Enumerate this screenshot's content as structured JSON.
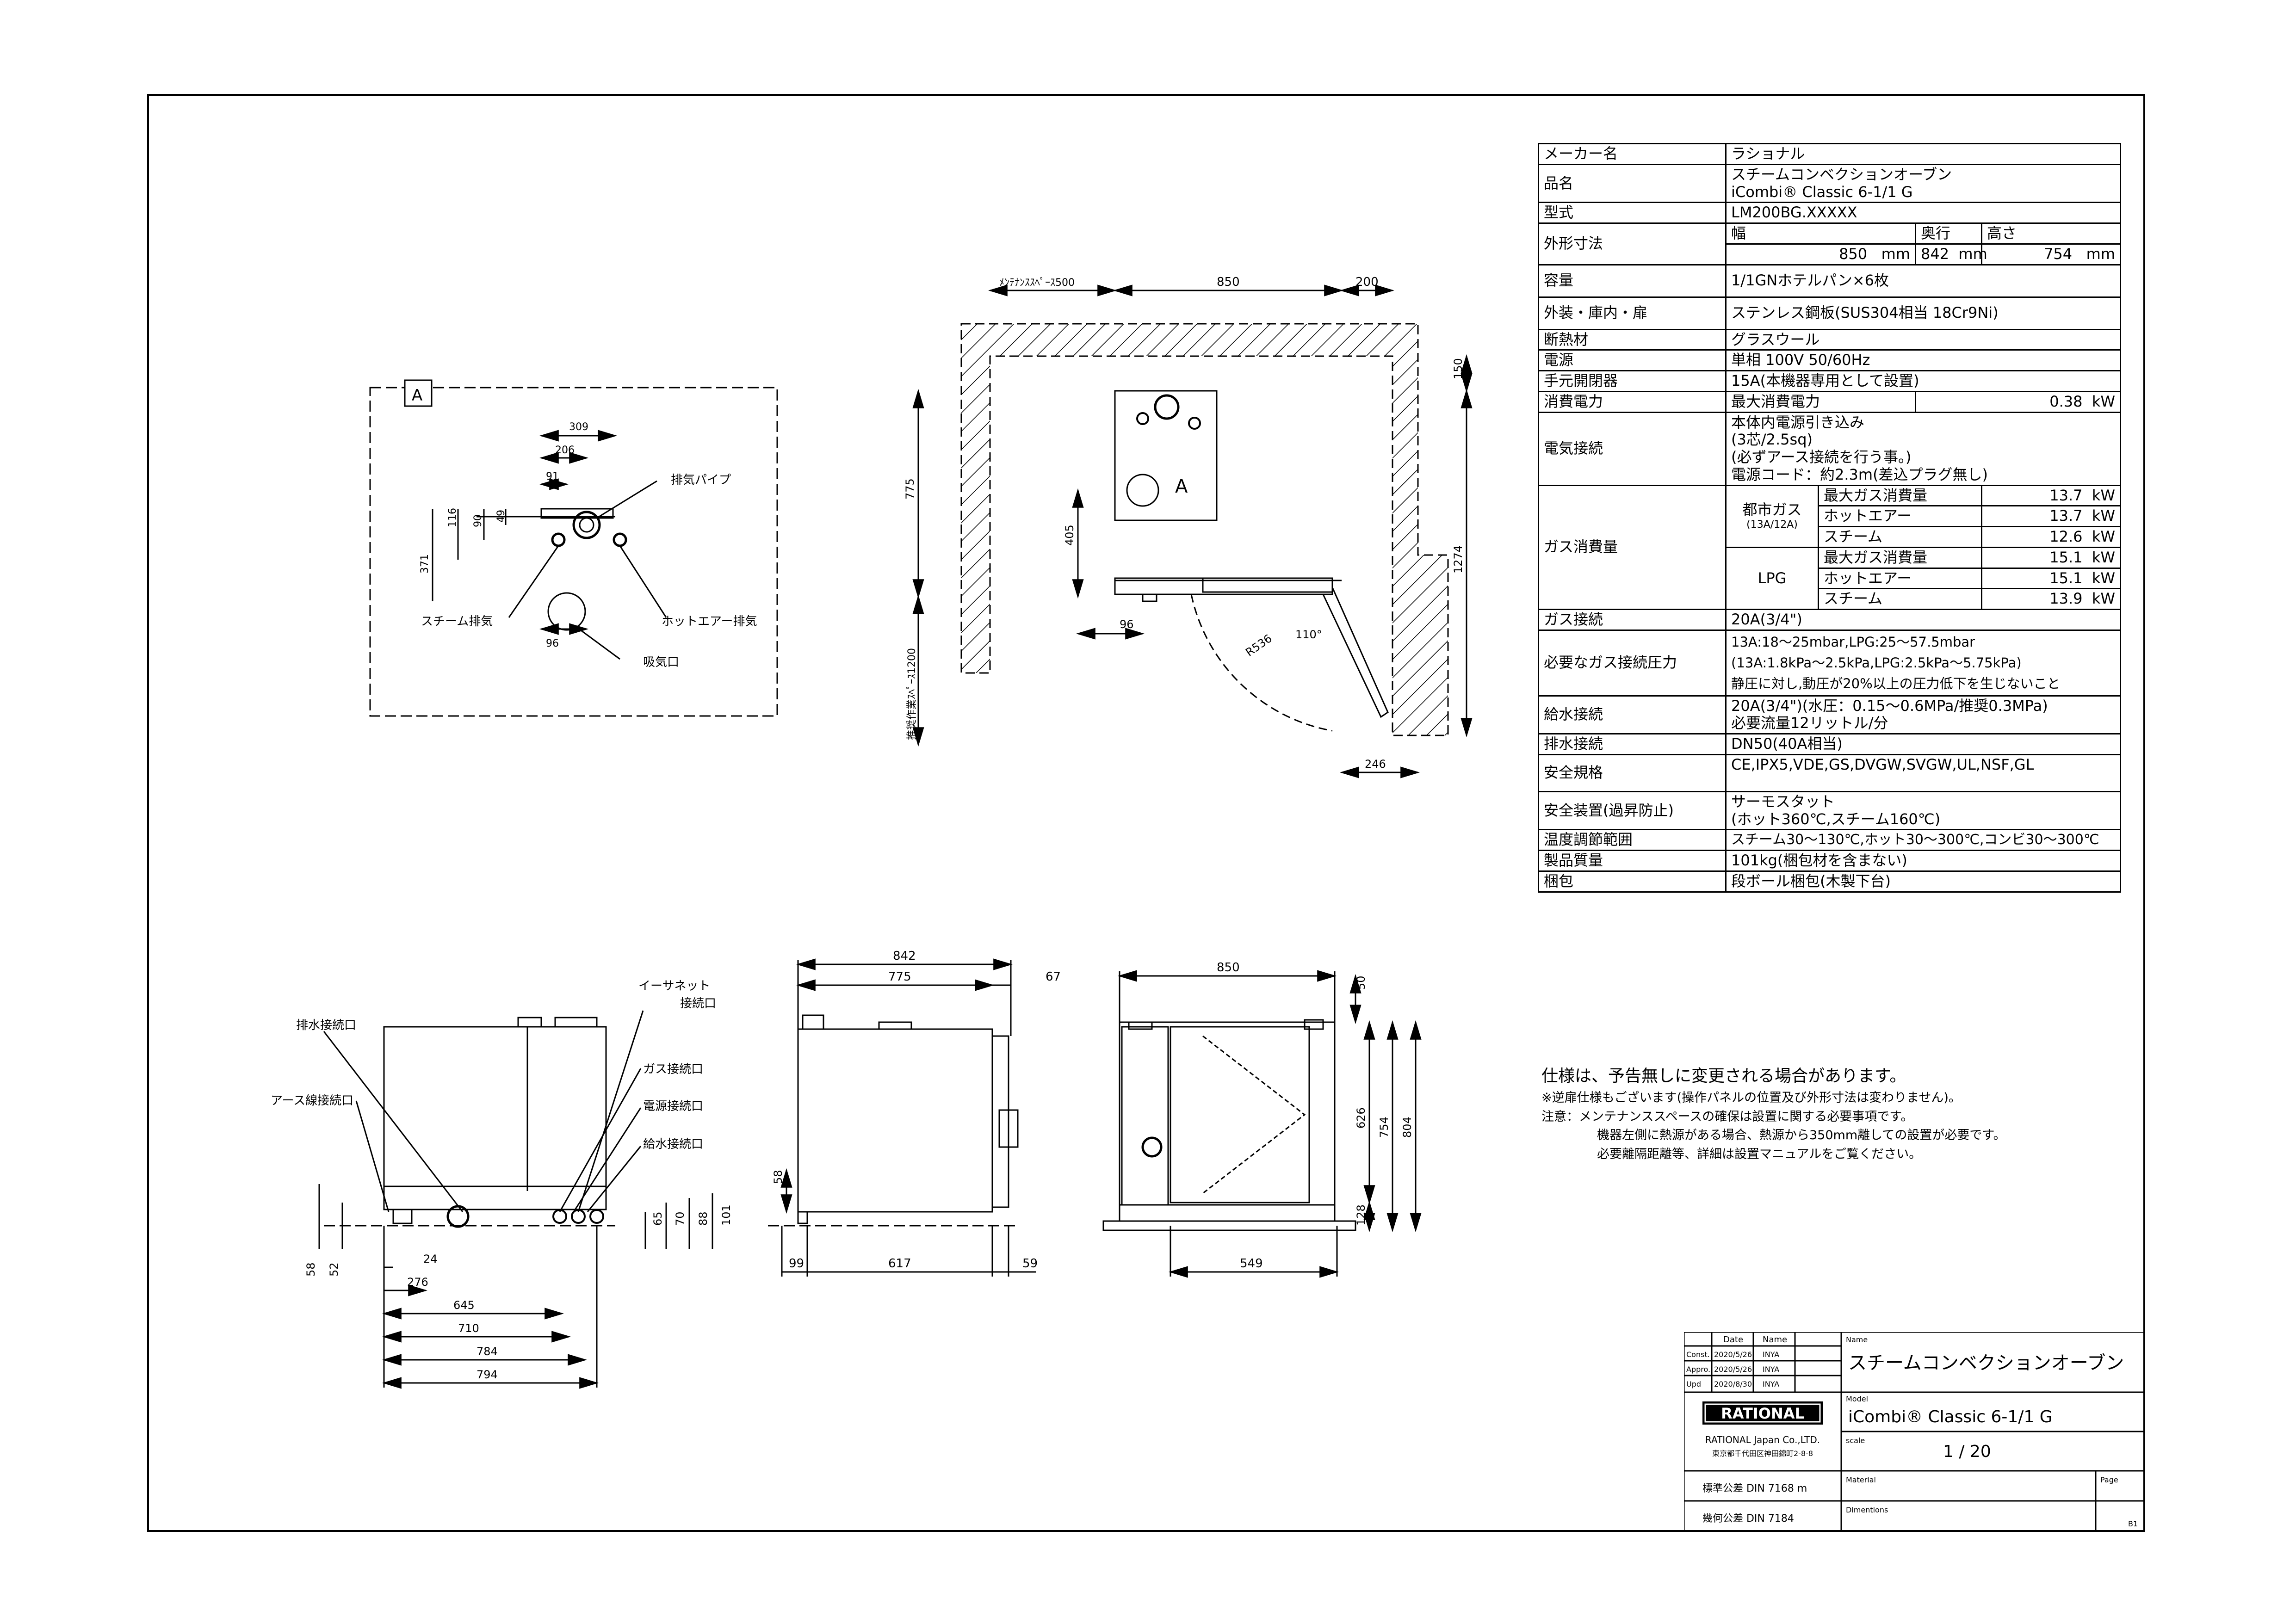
{
  "spec": {
    "maker_label": "メーカー名",
    "maker": "ラショナル",
    "product_label": "品名",
    "product_1": "スチームコンベクションオーブン",
    "product_2": "iCombi® Classic 6-1/1 G",
    "model_label": "型式",
    "model": "LM200BG.XXXXX",
    "dims_label": "外形寸法",
    "w_label": "幅",
    "d_label": "奥行",
    "h_label": "高さ",
    "w_val": "850",
    "d_val": "842",
    "h_val": "754",
    "unit_mm": "mm",
    "capacity_label": "容量",
    "capacity": "1/1GNホテルパン×6枚",
    "exterior_label": "外装・庫内・扉",
    "exterior": "ステンレス鋼板(SUS304相当 18Cr9Ni)",
    "insulation_label": "断熱材",
    "insulation": "グラスウール",
    "power_label": "電源",
    "power": "単相 100V 50/60Hz",
    "switch_label": "手元開閉器",
    "switch": "15A(本機器専用として設置)",
    "consumption_label": "消費電力",
    "consumption_sub": "最大消費電力",
    "consumption_val": "0.38",
    "unit_kw": "kW",
    "elec_label": "電気接続",
    "elec_1": "本体内電源引き込み",
    "elec_2": "(3芯/2.5sq)",
    "elec_3": "(必ずアース接続を行う事。)",
    "elec_4": "電源コード：約2.3m(差込プラグ無し)",
    "gas_label": "ガス消費量",
    "city_label": "都市ガス",
    "city_sub": "(13A/12A)",
    "lpg_label": "LPG",
    "gas_rows": [
      {
        "name": "最大ガス消費量",
        "val": "13.7"
      },
      {
        "name": "ホットエアー",
        "val": "13.7"
      },
      {
        "name": "スチーム",
        "val": "12.6"
      },
      {
        "name": "最大ガス消費量",
        "val": "15.1"
      },
      {
        "name": "ホットエアー",
        "val": "15.1"
      },
      {
        "name": "スチーム",
        "val": "13.9"
      }
    ],
    "gas_conn_label": "ガス接続",
    "gas_conn": "20A(3/4\")",
    "gas_press_label": "必要なガス接続圧力",
    "gas_press_1": "13A:18～25mbar,LPG:25～57.5mbar",
    "gas_press_2": "(13A:1.8kPa～2.5kPa,LPG:2.5kPa～5.75kPa)",
    "gas_press_3": "静圧に対し,動圧が20%以上の圧力低下を生じないこと",
    "water_label": "給水接続",
    "water_1": "20A(3/4\")(水圧：0.15～0.6MPa/推奨0.3MPa)",
    "water_2": "必要流量12リットル/分",
    "drain_label": "排水接続",
    "drain": "DN50(40A相当)",
    "safety_std_label": "安全規格",
    "safety_std": "CE,IPX5,VDE,GS,DVGW,SVGW,UL,NSF,GL",
    "safety_dev_label": "安全装置(過昇防止)",
    "safety_dev_1": "サーモスタット",
    "safety_dev_2": "(ホット360℃,スチーム160℃)",
    "temp_label": "温度調節範囲",
    "temp": "スチーム30～130℃,ホット30～300℃,コンビ30～300℃",
    "weight_label": "製品質量",
    "weight": "101kg(梱包材を含まない)",
    "packing_label": "梱包",
    "packing": "段ボール梱包(木製下台)"
  },
  "notes": {
    "n0": "仕様は、予告無しに変更される場合があります。",
    "n1": "※逆扉仕様もございます(操作パネルの位置及び外形寸法は変わりません)。",
    "n2": "注意：メンテナンススペースの確保は設置に関する必要事項です。",
    "n3": "機器左側に熱源がある場合、熱源から350mm離しての設置が必要です。",
    "n4": "必要離隔距離等、詳細は設置マニュアルをご覧ください。"
  },
  "detail_a": {
    "tag": "A",
    "d309": "309",
    "d206": "206",
    "d91": "91",
    "d116": "116",
    "d90": "90",
    "d49": "49",
    "d371": "371",
    "d96": "96",
    "exhaust_pipe": "排気パイプ",
    "steam_exhaust": "スチーム排気",
    "hotair_exhaust": "ホットエアー排気",
    "intake": "吸気口"
  },
  "plan": {
    "maint": "ﾒﾝﾃﾅﾝｽｽﾍﾟｰｽ500",
    "d850": "850",
    "d200": "200",
    "d150": "150",
    "d775": "775",
    "d405": "405",
    "d96": "96",
    "d1274": "1274",
    "d246": "246",
    "r536": "R536",
    "a110": "110°",
    "work": "推奨作業ｽﾍﾟｰｽ1200",
    "tag": "A"
  },
  "front": {
    "drain_port": "排水接続口",
    "earth_port": "アース線接続口",
    "ethernet_1": "イーサネット",
    "ethernet_2": "接続口",
    "gas_port": "ガス接続口",
    "power_port": "電源接続口",
    "water_port": "給水接続口",
    "d58": "58",
    "d52": "52",
    "d24": "24",
    "d276": "276",
    "d645": "645",
    "d710": "710",
    "d784": "784",
    "d794": "794",
    "d65": "65",
    "d70": "70",
    "d88": "88",
    "d101": "101"
  },
  "side": {
    "d842": "842",
    "d775": "775",
    "d67": "67",
    "d58": "58",
    "d99": "99",
    "d617": "617",
    "d59": "59"
  },
  "front2": {
    "d850": "850",
    "d50": "50",
    "d626": "626",
    "d754": "754",
    "d804": "804",
    "d128": "128",
    "d549": "549"
  },
  "titleblock": {
    "date_h": "Date",
    "name_h": "Name",
    "const": "Const.",
    "const_date": "2020/5/26",
    "const_name": "INYA",
    "appro": "Appro.",
    "appro_date": "2020/5/26",
    "appro_name": "INYA",
    "upd": "Upd",
    "upd_date": "2020/8/30",
    "upd_name": "INYA",
    "name_label": "Name",
    "name_val": "スチームコンベクションオーブン",
    "model_label": "Model",
    "model_val": "iCombi® Classic 6-1/1 G",
    "logo": "RATIONAL",
    "company": "RATIONAL Japan Co.,LTD.",
    "address": "東京都千代田区神田錦町2-8-8",
    "scale_label": "scale",
    "scale_val": "1  /  20",
    "std_tol": "標準公差  DIN 7168 m",
    "geo_tol": "幾何公差  DIN 7184",
    "material_label": "Material",
    "dimentions_label": "Dimentions",
    "page_label": "Page",
    "page_val": "B1"
  }
}
